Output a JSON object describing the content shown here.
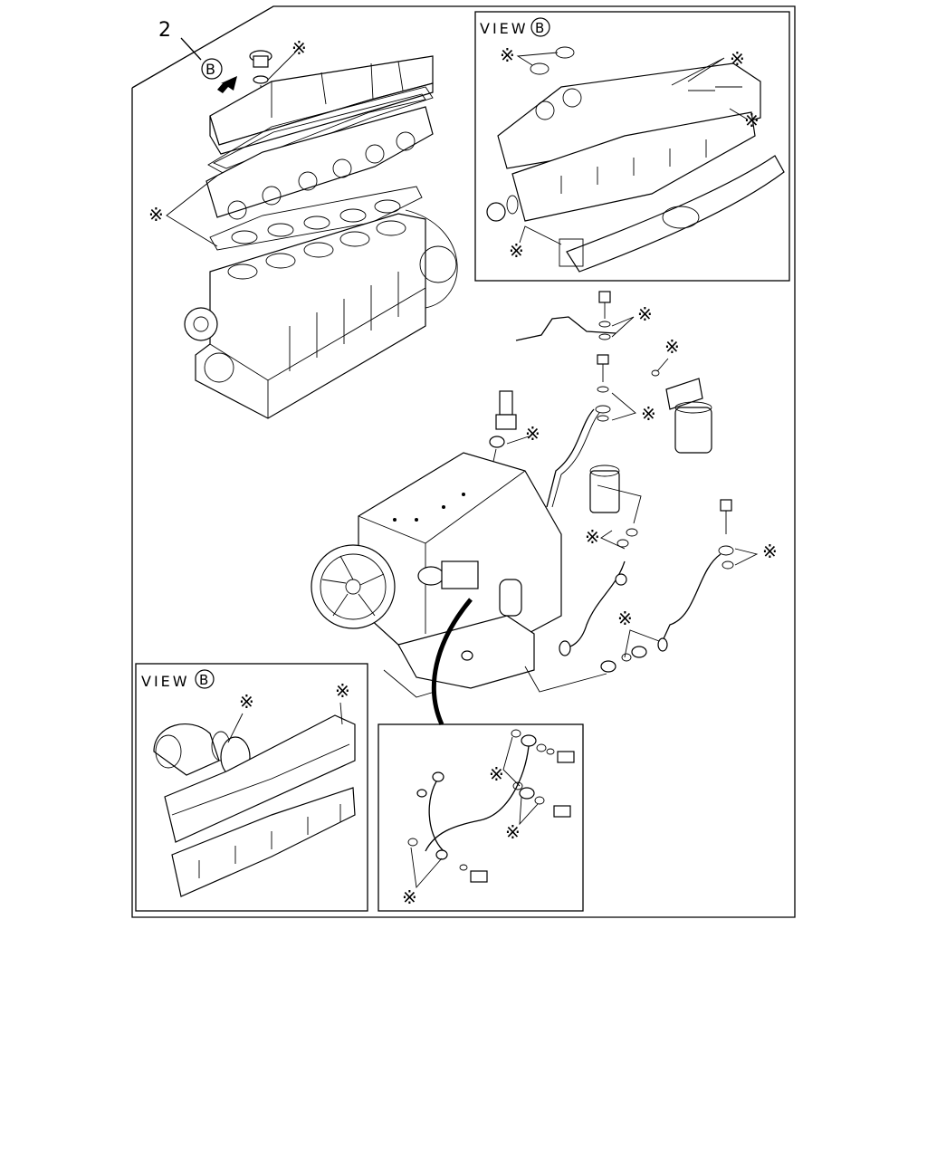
{
  "part_number": "2",
  "view_marker": "B",
  "panels": {
    "view_top_right": {
      "title": "VIEW",
      "marker": "B"
    },
    "view_bottom_left": {
      "title": "VIEW",
      "marker": "B"
    }
  },
  "callout_symbol": "※",
  "icons": [
    "view-direction-arrow-icon",
    "callout-asterisk-icon"
  ]
}
